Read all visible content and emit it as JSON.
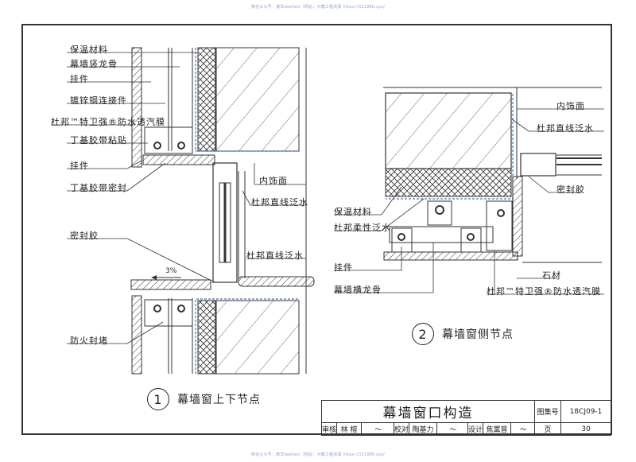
{
  "watermark": {
    "top": "微信公众号：微羊beefeel（网站：大糖工程资源 https://321886.xyz/",
    "bottom": "微信公众号：微羊beefeel（网站：大糖工程资源 https://321886.xyz/"
  },
  "detail1": {
    "number": "1",
    "caption": "幕墙窗上下节点",
    "labels": {
      "insulation": "保温材料",
      "mullion": "幕墙竖龙骨",
      "hanger_top": "挂件",
      "galv_connector": "镀锌钢连接件",
      "membrane": "杜邦™特卫强®防水透汽膜",
      "butyl_tape_bond": "丁基胶带粘贴",
      "hanger_mid": "挂件",
      "butyl_tape_seal": "丁基胶带密封",
      "sealant": "密封胶",
      "fire_stop": "防火封堵",
      "interior_finish": "内饰面",
      "flashing_upper": "杜邦直线泛水",
      "flashing_lower": "杜邦直线泛水",
      "slope": "3%"
    }
  },
  "detail2": {
    "number": "2",
    "caption": "幕墙窗侧节点",
    "labels": {
      "interior_finish": "内饰面",
      "flashing": "杜邦直线泛水",
      "sealant": "密封胶",
      "insulation": "保温材料",
      "flexible_flashing": "杜邦柔性泛水",
      "hanger": "挂件",
      "transom": "幕墙横龙骨",
      "stone": "石材",
      "membrane": "杜邦™特卫强®防水透汽膜"
    }
  },
  "title_block": {
    "title": "幕墙窗口构造",
    "atlas_label": "图集号",
    "atlas_no": "18CJ09-1",
    "review_label": "审核",
    "reviewer": "林 榕",
    "check_label": "校对",
    "checker": "陶基力",
    "design_label": "设计",
    "designer": "焦黨曾",
    "page_label": "页",
    "page_no": "30"
  },
  "colors": {
    "line": "#333333",
    "membrane_dash": "#4a78c8",
    "watermark": "#8fa6d6"
  }
}
